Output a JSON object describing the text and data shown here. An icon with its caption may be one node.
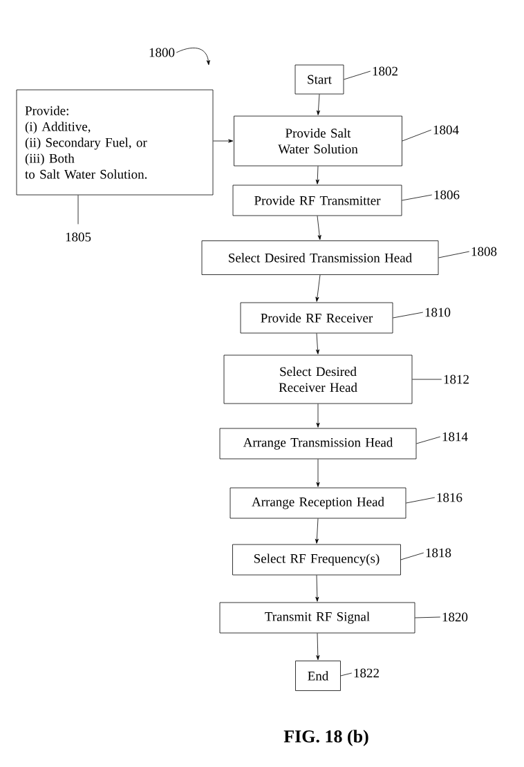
{
  "diagram": {
    "caption": "FIG. 18 (b)",
    "nodes": [
      {
        "text": [
          "1800"
        ]
      },
      {
        "text": [
          "Start"
        ]
      },
      {
        "text": [
          "1802"
        ]
      },
      {
        "text": [
          "Provide:",
          "(i) Additive,",
          "(ii) Secondary Fuel, or",
          "(iii) Both",
          "to Salt Water Solution."
        ]
      },
      {
        "text": [
          "Provide Salt Water Solution"
        ]
      },
      {
        "text": [
          "1804"
        ]
      },
      {
        "text": [
          "1805"
        ]
      },
      {
        "text": [
          "Provide RF Transmitter"
        ]
      },
      {
        "text": [
          "1806"
        ]
      },
      {
        "text": [
          "Select Desired Transmission Head"
        ]
      },
      {
        "text": [
          "1808"
        ]
      },
      {
        "text": [
          "Provide RF Receiver"
        ]
      },
      {
        "text": [
          "1810"
        ]
      },
      {
        "text": [
          "Select Desired Receiver Head"
        ]
      },
      {
        "text": [
          "1812"
        ]
      },
      {
        "text": [
          "Arrange Transmission Head"
        ]
      },
      {
        "text": [
          "1814"
        ]
      },
      {
        "text": [
          "Arrange Reception Head"
        ]
      },
      {
        "text": [
          "1816"
        ]
      },
      {
        "text": [
          "Select RF Frequency(s)"
        ]
      },
      {
        "text": [
          "1818"
        ]
      },
      {
        "text": [
          "Transmit RF Signal"
        ]
      },
      {
        "text": [
          "1820"
        ]
      },
      {
        "text": [
          "End"
        ]
      },
      {
        "text": [
          "1822"
        ]
      }
    ],
    "edges": [
      {
        "from": 0,
        "to": null,
        "arrow": "to"
      },
      {
        "from": 2,
        "to": 1,
        "arrow": "none"
      },
      {
        "from": 1,
        "to": 4,
        "arrow": "to"
      },
      {
        "from": 3,
        "to": 4,
        "arrow": "to"
      },
      {
        "from": 5,
        "to": 4,
        "arrow": "none"
      },
      {
        "from": 6,
        "to": 3,
        "arrow": "none"
      },
      {
        "from": 4,
        "to": 7,
        "arrow": "to"
      },
      {
        "from": 8,
        "to": 7,
        "arrow": "none"
      },
      {
        "from": 7,
        "to": 9,
        "arrow": "to"
      },
      {
        "from": 10,
        "to": 9,
        "arrow": "none"
      },
      {
        "from": 9,
        "to": 11,
        "arrow": "to"
      },
      {
        "from": 12,
        "to": 11,
        "arrow": "none"
      },
      {
        "from": 11,
        "to": 13,
        "arrow": "to"
      },
      {
        "from": 14,
        "to": 13,
        "arrow": "none"
      },
      {
        "from": 13,
        "to": 15,
        "arrow": "to"
      },
      {
        "from": 16,
        "to": 15,
        "arrow": "none"
      },
      {
        "from": 15,
        "to": 17,
        "arrow": "to"
      },
      {
        "from": 18,
        "to": 17,
        "arrow": "none"
      },
      {
        "from": 17,
        "to": 19,
        "arrow": "to"
      },
      {
        "from": 20,
        "to": 19,
        "arrow": "none"
      },
      {
        "from": 19,
        "to": 21,
        "arrow": "to"
      },
      {
        "from": 22,
        "to": 21,
        "arrow": "none"
      },
      {
        "from": 21,
        "to": 23,
        "arrow": "to"
      },
      {
        "from": 24,
        "to": 23,
        "arrow": "none"
      }
    ]
  }
}
